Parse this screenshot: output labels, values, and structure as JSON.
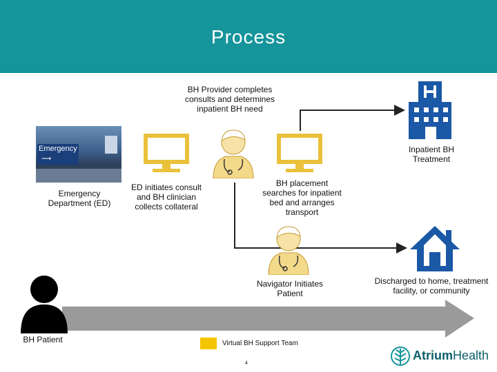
{
  "header": {
    "title": "Process"
  },
  "steps": {
    "provider": "BH Provider completes consults and determines inpatient BH need",
    "inpatient": "Inpatient BH Treatment",
    "ed": "Emergency Department (ED)",
    "ed_initiates": "ED initiates consult and BH clinician collects collateral",
    "placement": "BH placement searches for inpatient bed and arranges transport",
    "navigator": "Navigator Initiates Patient",
    "discharged": "Discharged to home, treatment facility, or community",
    "patient": "BH Patient"
  },
  "photo": {
    "sign_text": "Emergency"
  },
  "legend": {
    "label": "Virtual BH Support Team",
    "color": "#f5c400"
  },
  "footer": {
    "page_number": "4"
  },
  "logo": {
    "name_bold": "Atrium",
    "name_regular": "Health"
  },
  "colors": {
    "banner": "#16949b",
    "icon_blue": "#1b58a6",
    "monitor_gold": "#eac13a",
    "arrow_gray": "#9a9a9a"
  }
}
